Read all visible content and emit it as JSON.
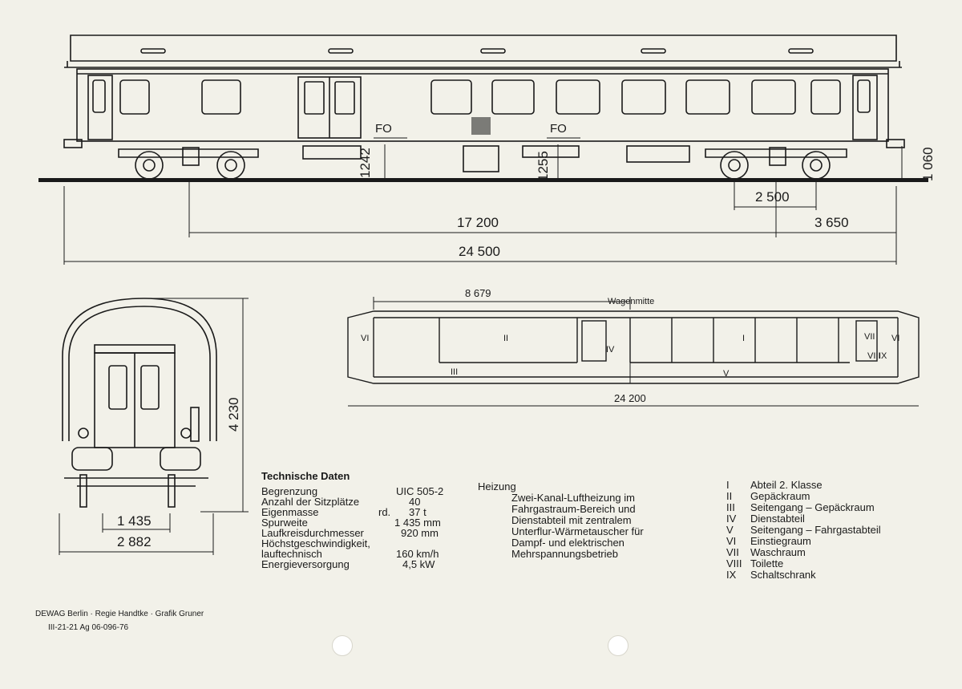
{
  "side_view": {
    "fo_labels": [
      "FO",
      "FO"
    ],
    "heights": [
      "1242",
      "1255",
      "1 060"
    ],
    "dims": [
      "2 500",
      "17 200",
      "3 650",
      "24 500"
    ]
  },
  "end_view": {
    "dims": [
      "4 230",
      "1 435",
      "2 882"
    ]
  },
  "plan": {
    "top_dim": "8 679",
    "center_label": "Wagenmitte",
    "bottom_dim": "24 200",
    "marks": [
      "VI",
      "II",
      "III",
      "IV",
      "I",
      "V",
      "VII",
      "VIII",
      "IX",
      "VI"
    ]
  },
  "technical": {
    "title": "Technische Daten",
    "rows": [
      {
        "label": "Begrenzung",
        "value": "UIC 505-2"
      },
      {
        "label": "Anzahl der Sitzplätze",
        "value": "40"
      },
      {
        "label": "Eigenmasse",
        "prefix": "rd.",
        "value": "37 t"
      },
      {
        "label": "Spurweite",
        "value": "1 435 mm"
      },
      {
        "label": "Laufkreisdurchmesser",
        "value": "920 mm"
      },
      {
        "label": "Höchstgeschwindigkeit,",
        "value": ""
      },
      {
        "label": "lauftechnisch",
        "value": "160 km/h"
      },
      {
        "label": "Energieversorgung",
        "value": "4,5 kW"
      }
    ]
  },
  "heating": {
    "label": "Heizung",
    "lines": [
      "Zwei-Kanal-Luftheizung im",
      "Fahrgastraum-Bereich und",
      "Dienstabteil mit zentralem",
      "Unterflur-Wärmetauscher für",
      "Dampf- und elektrischen",
      "Mehrspannungsbetrieb"
    ]
  },
  "legend": [
    {
      "num": "I",
      "text": "Abteil 2. Klasse"
    },
    {
      "num": "II",
      "text": "Gepäckraum"
    },
    {
      "num": "III",
      "text": "Seitengang – Gepäckraum"
    },
    {
      "num": "IV",
      "text": "Dienstabteil"
    },
    {
      "num": "V",
      "text": "Seitengang – Fahrgastabteil"
    },
    {
      "num": "VI",
      "text": "Einstiegraum"
    },
    {
      "num": "VII",
      "text": "Waschraum"
    },
    {
      "num": "VIII",
      "text": "Toilette"
    },
    {
      "num": "IX",
      "text": "Schaltschrank"
    }
  ],
  "footer": {
    "line1": "DEWAG Berlin · Regie Handtke · Grafik Gruner",
    "line2": "III-21-21 Ag 06-096-76"
  }
}
